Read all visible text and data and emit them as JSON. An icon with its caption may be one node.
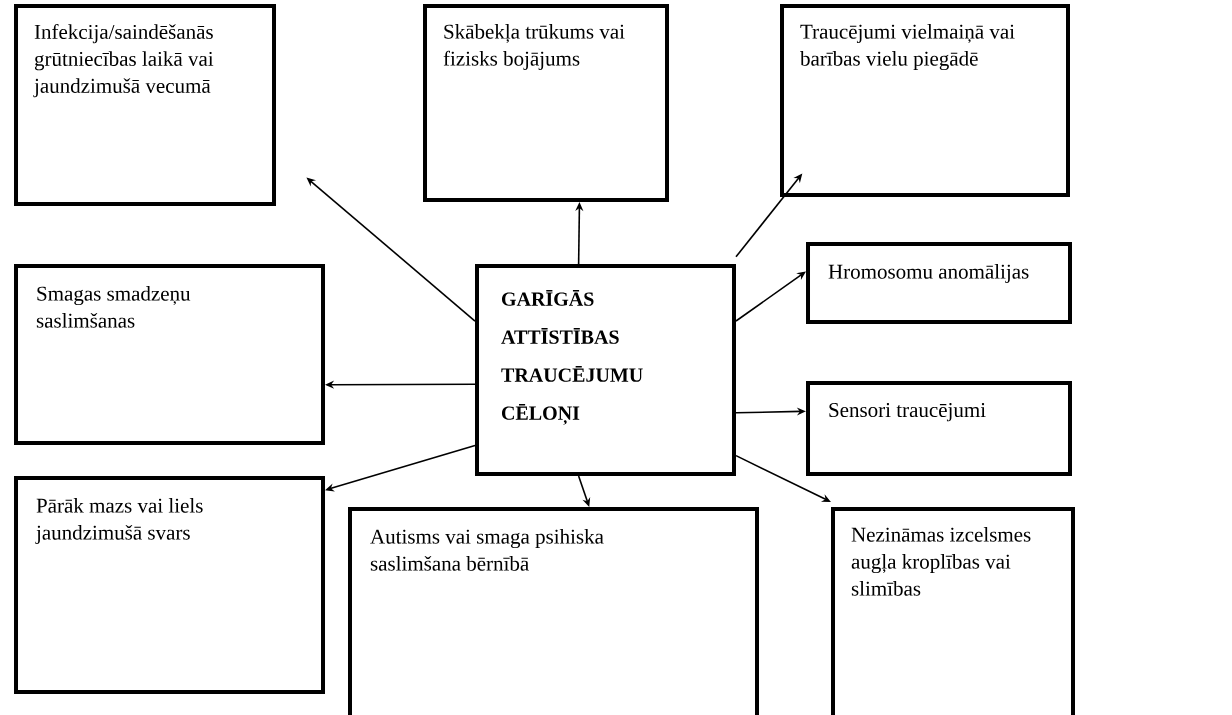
{
  "diagram": {
    "nodes": [
      {
        "text": [
          "Infekcija/saindēšanās grūtniecības laikā vai jaundzimušā vecumā"
        ]
      },
      {
        "text": [
          "Skābekļa trūkums vai fizisks bojājums"
        ]
      },
      {
        "text": [
          "Traucējumi vielmaiņā vai barības vielu piegādē"
        ]
      },
      {
        "text": [
          "Smagas smadzeņu saslimšanas"
        ]
      },
      {
        "text": [
          "GARĪGĀS ATTĪSTĪBAS TRAUCĒJUMU CĒLOŅI"
        ]
      },
      {
        "text": [
          "Hromosomu anomālijas"
        ]
      },
      {
        "text": [
          "Sensori traucējumi"
        ]
      },
      {
        "text": [
          "Pārāk mazs vai liels jaundzimušā svars"
        ]
      },
      {
        "text": [
          "Autisms vai smaga psihiska saslimšana bērnībā"
        ]
      },
      {
        "text": [
          "Nezināmas izcelsmes augļa kroplības vai slimības"
        ]
      }
    ],
    "edges": [
      {
        "from": 4,
        "to": 0,
        "arrow": "to"
      },
      {
        "from": 4,
        "to": 1,
        "arrow": "to"
      },
      {
        "from": 4,
        "to": 2,
        "arrow": "to"
      },
      {
        "from": 4,
        "to": 3,
        "arrow": "to"
      },
      {
        "from": 4,
        "to": 5,
        "arrow": "to"
      },
      {
        "from": 4,
        "to": 6,
        "arrow": "to"
      },
      {
        "from": 4,
        "to": 7,
        "arrow": "to"
      },
      {
        "from": 4,
        "to": 8,
        "arrow": "to"
      },
      {
        "from": 4,
        "to": 9,
        "arrow": "to"
      }
    ]
  }
}
